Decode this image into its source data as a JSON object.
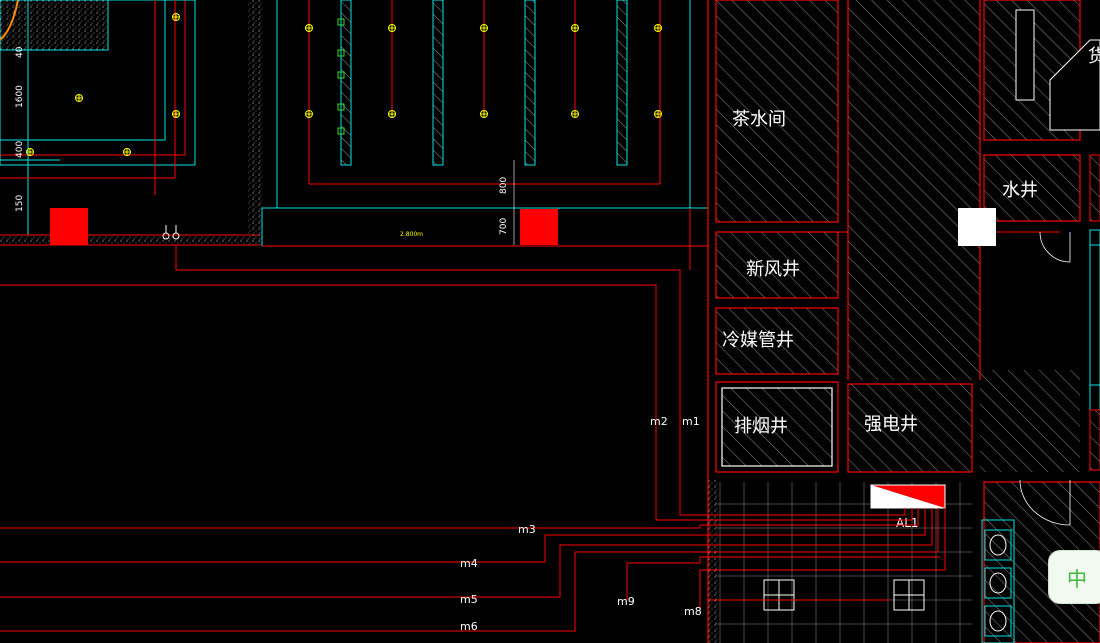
{
  "rooms": {
    "tea_room": "茶水间",
    "water_shaft": "水井",
    "fresh_air_shaft": "新风井",
    "refrigerant_shaft": "冷媒管井",
    "smoke_exhaust_shaft": "排烟井",
    "power_shaft": "强电井"
  },
  "panel": {
    "label": "AL1"
  },
  "circuits": {
    "m1": "m1",
    "m2": "m2",
    "m3": "m3",
    "m4": "m4",
    "m5": "m5",
    "m6": "m6",
    "m8": "m8",
    "m9": "m9"
  },
  "dimensions": {
    "d40": "40",
    "d1600": "1600",
    "d400": "400",
    "d150": "150",
    "d800": "800",
    "d700": "700"
  },
  "elevation": "2.800m",
  "partial_label": "货",
  "ime": {
    "label": "中"
  },
  "colors": {
    "background": "#000000",
    "wall": "#ff0000",
    "hatch": "#9a9a9a",
    "cyan": "#00e5e5",
    "fixture": "#ffff00",
    "fill_red": "#ff0000",
    "text": "#ffffff"
  }
}
